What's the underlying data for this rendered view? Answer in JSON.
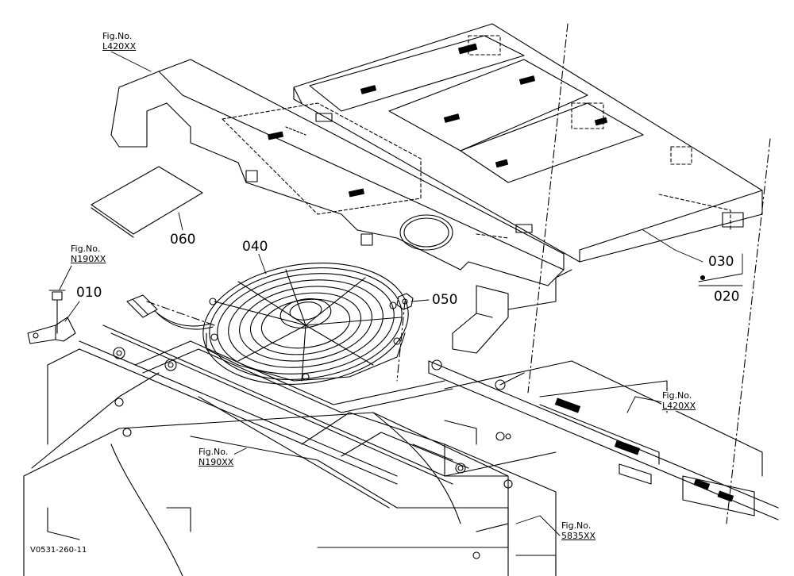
{
  "callouts": {
    "p010": "010",
    "p020": "020",
    "p030": "030",
    "p040": "040",
    "p050": "050",
    "p060": "060"
  },
  "figure_refs": {
    "ref_top_left": {
      "prefix": "Fig.No.",
      "code": "L420XX"
    },
    "ref_left": {
      "prefix": "Fig.No.",
      "code": "N190XX"
    },
    "ref_bottom_center": {
      "prefix": "Fig.No.",
      "code": "N190XX"
    },
    "ref_right": {
      "prefix": "Fig.No.",
      "code": "L420XX"
    },
    "ref_bottom_right": {
      "prefix": "Fig.No.",
      "code": "5835XX"
    }
  },
  "drawing_code": "V0531-260-11",
  "colors": {
    "ink": "#000000",
    "paper": "#ffffff"
  }
}
